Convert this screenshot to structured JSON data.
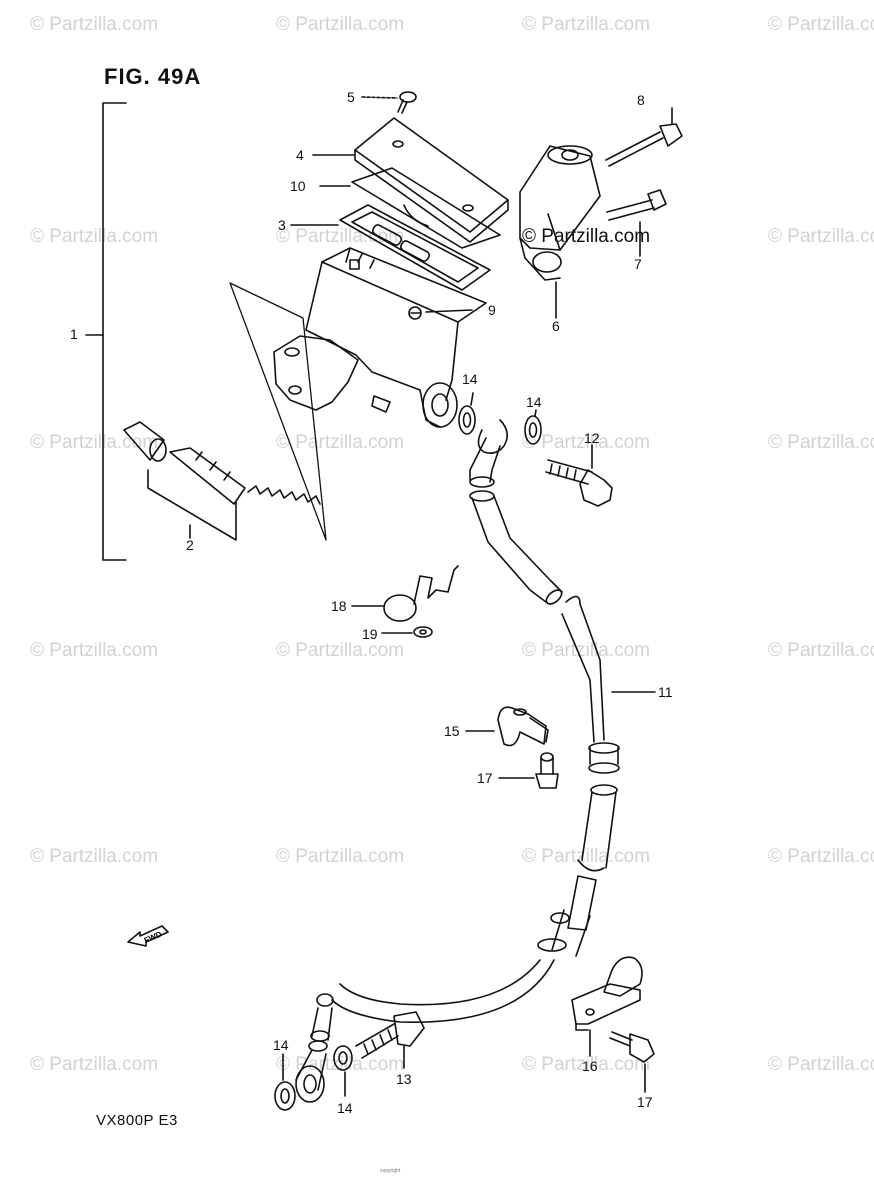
{
  "figure_title": "FIG. 49A",
  "model_code": "VX800P  E3",
  "watermark_text": "© Partzilla.com",
  "brand_watermark": "© Partzilla.com",
  "fwd_label": "FWD",
  "footer_note": "copyright",
  "callouts": {
    "c1": "1",
    "c2": "2",
    "c3": "3",
    "c4": "4",
    "c5": "5",
    "c6": "6",
    "c7": "7",
    "c8": "8",
    "c9": "9",
    "c10": "10",
    "c11": "11",
    "c12": "12",
    "c13": "13",
    "c14a": "14",
    "c14b": "14",
    "c14c": "14",
    "c14d": "14",
    "c15": "15",
    "c16": "16",
    "c17a": "17",
    "c17b": "17",
    "c18": "18",
    "c19": "19"
  },
  "colors": {
    "line": "#111111",
    "watermark": "#d2d2d2",
    "background": "#ffffff"
  }
}
